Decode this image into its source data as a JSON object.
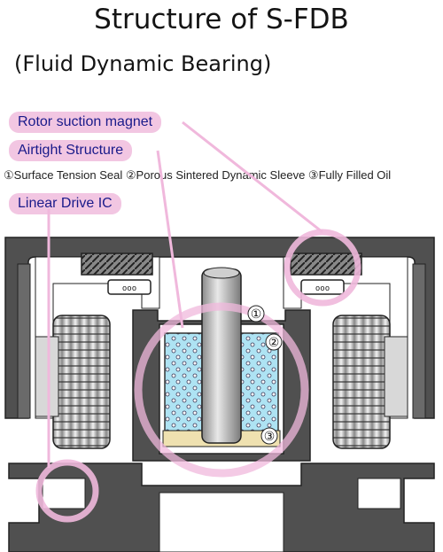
{
  "title": "Structure of S-FDB",
  "subtitle": "(Fluid Dynamic Bearing)",
  "labels": {
    "rotor_magnet": "Rotor suction magnet",
    "airtight": "Airtight Structure",
    "linear_ic": "Linear Drive IC"
  },
  "legend": "①Surface Tension Seal ②Porous Sintered Dynamic Sleeve ③Fully Filled Oil",
  "markers": {
    "m1": "①",
    "m2": "②",
    "m3": "③"
  },
  "colors": {
    "housing": "#4e4e4e",
    "highlight": "#f0b8dc",
    "label_text": "#1a1a8a",
    "sleeve": "#a8dff0",
    "oil_base": "#efe1b0"
  }
}
